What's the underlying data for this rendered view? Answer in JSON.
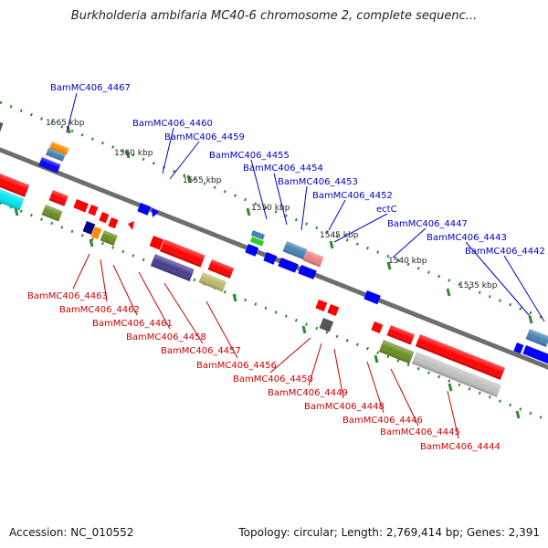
{
  "title": "Burkholderia ambifaria MC40-6 chromosome 2, complete sequenc...",
  "accession_text": "Accession: NC_010552",
  "topology_text": "Topology: circular; Length: 2,769,414 bp; Genes: 2,391",
  "scale_labels": [
    "1565 kbp",
    "1560 kbp",
    "1555 kbp",
    "1550 kbp",
    "1545 kbp",
    "1540 kbp",
    "1535 kbp"
  ],
  "top_gene_labels": [
    "BamMC406_4467",
    "BamMC406_4460",
    "BamMC406_4459",
    "BamMC406_4455",
    "BamMC406_4454",
    "BamMC406_4453",
    "BamMC406_4452",
    "ectC",
    "BamMC406_4447",
    "BamMC406_4443",
    "BamMC406_4442"
  ],
  "bottom_gene_labels": [
    "BamMC406_4463",
    "BamMC406_4462",
    "BamMC406_4461",
    "BamMC406_4458",
    "BamMC406_4457",
    "BamMC406_4456",
    "BamMC406_4450",
    "BamMC406_4449",
    "BamMC406_4448",
    "BamMC406_4446",
    "BamMC406_4445",
    "BamMC406_4444"
  ],
  "colors": {
    "forward_label": "#0000cc",
    "reverse_label": "#cc0000",
    "backbone": "#777777",
    "scale_dots": "#2e8b2e"
  }
}
